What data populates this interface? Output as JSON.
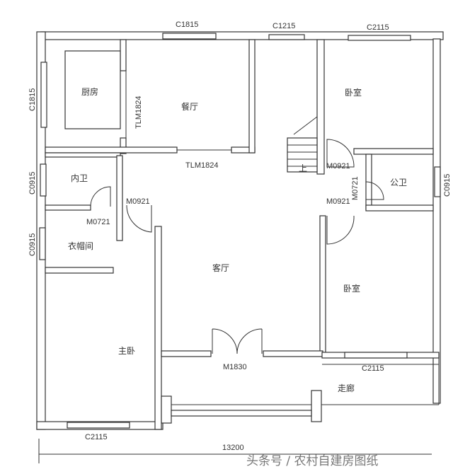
{
  "rooms": {
    "kitchen": "厨房",
    "dining": "餐厅",
    "bedroom_ne": "卧室",
    "master_bath": "内卫",
    "public_bath": "公卫",
    "cloakroom": "衣帽间",
    "living": "客厅",
    "bedroom_se": "卧室",
    "master_bedroom": "主卧",
    "corridor": "走廊",
    "stair_up": "上"
  },
  "windows": {
    "top_dining": "C1815",
    "top_stair": "C1215",
    "top_bedroom": "C2115",
    "left_kitchen": "C1815",
    "left_bath": "C0915",
    "left_cloak": "C0915",
    "right_bath": "C0915",
    "bedroom_se": "C2115",
    "master_bottom": "C2115"
  },
  "doors": {
    "kitchen_sliding": "TLM1824",
    "dining_sliding": "TLM1824",
    "bedroom_ne": "M0921",
    "public_bath": "M0721",
    "bedroom_se": "M0921",
    "master": "M0921",
    "master_bath": "M0721",
    "entrance": "M1830"
  },
  "dimension_total": "13200",
  "watermark": "头条号 / 农村自建房图纸"
}
